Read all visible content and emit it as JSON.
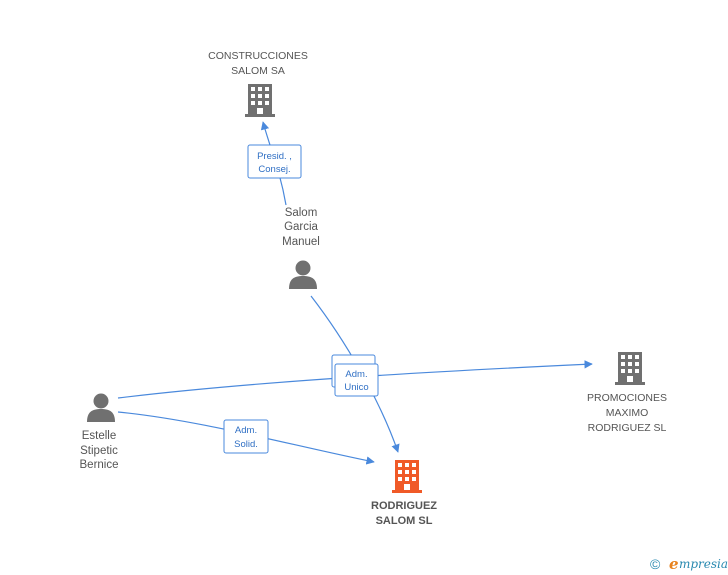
{
  "nodes": {
    "construcciones": {
      "label_lines": [
        "CONSTRUCCIONES",
        "SALOM SA"
      ],
      "type": "company"
    },
    "salom_manuel": {
      "label_lines": [
        "Salom",
        "Garcia",
        "Manuel"
      ],
      "type": "person"
    },
    "estelle": {
      "label_lines": [
        "Estelle",
        "Stipetic",
        "Bernice"
      ],
      "type": "person"
    },
    "promociones": {
      "label_lines": [
        "PROMOCIONES",
        "MAXIMO",
        "RODRIGUEZ SL"
      ],
      "type": "company"
    },
    "rodriguez_salom": {
      "label_lines": [
        "RODRIGUEZ",
        "SALOM SL"
      ],
      "type": "main-company"
    }
  },
  "relations": {
    "presid": {
      "lines": [
        "Presid. ,",
        "Consej."
      ]
    },
    "adm_unico": {
      "lines": [
        "Adm.",
        "Unico"
      ]
    },
    "adm_solid": {
      "lines": [
        "Adm.",
        "Solid."
      ]
    }
  },
  "colors": {
    "edge": "#4a89dc",
    "company_icon": "#707070",
    "main_company_icon": "#f05a28",
    "person_icon": "#707070"
  },
  "footer": {
    "copyright": "©",
    "brand_initial": "e",
    "brand_rest": "mpresia"
  }
}
